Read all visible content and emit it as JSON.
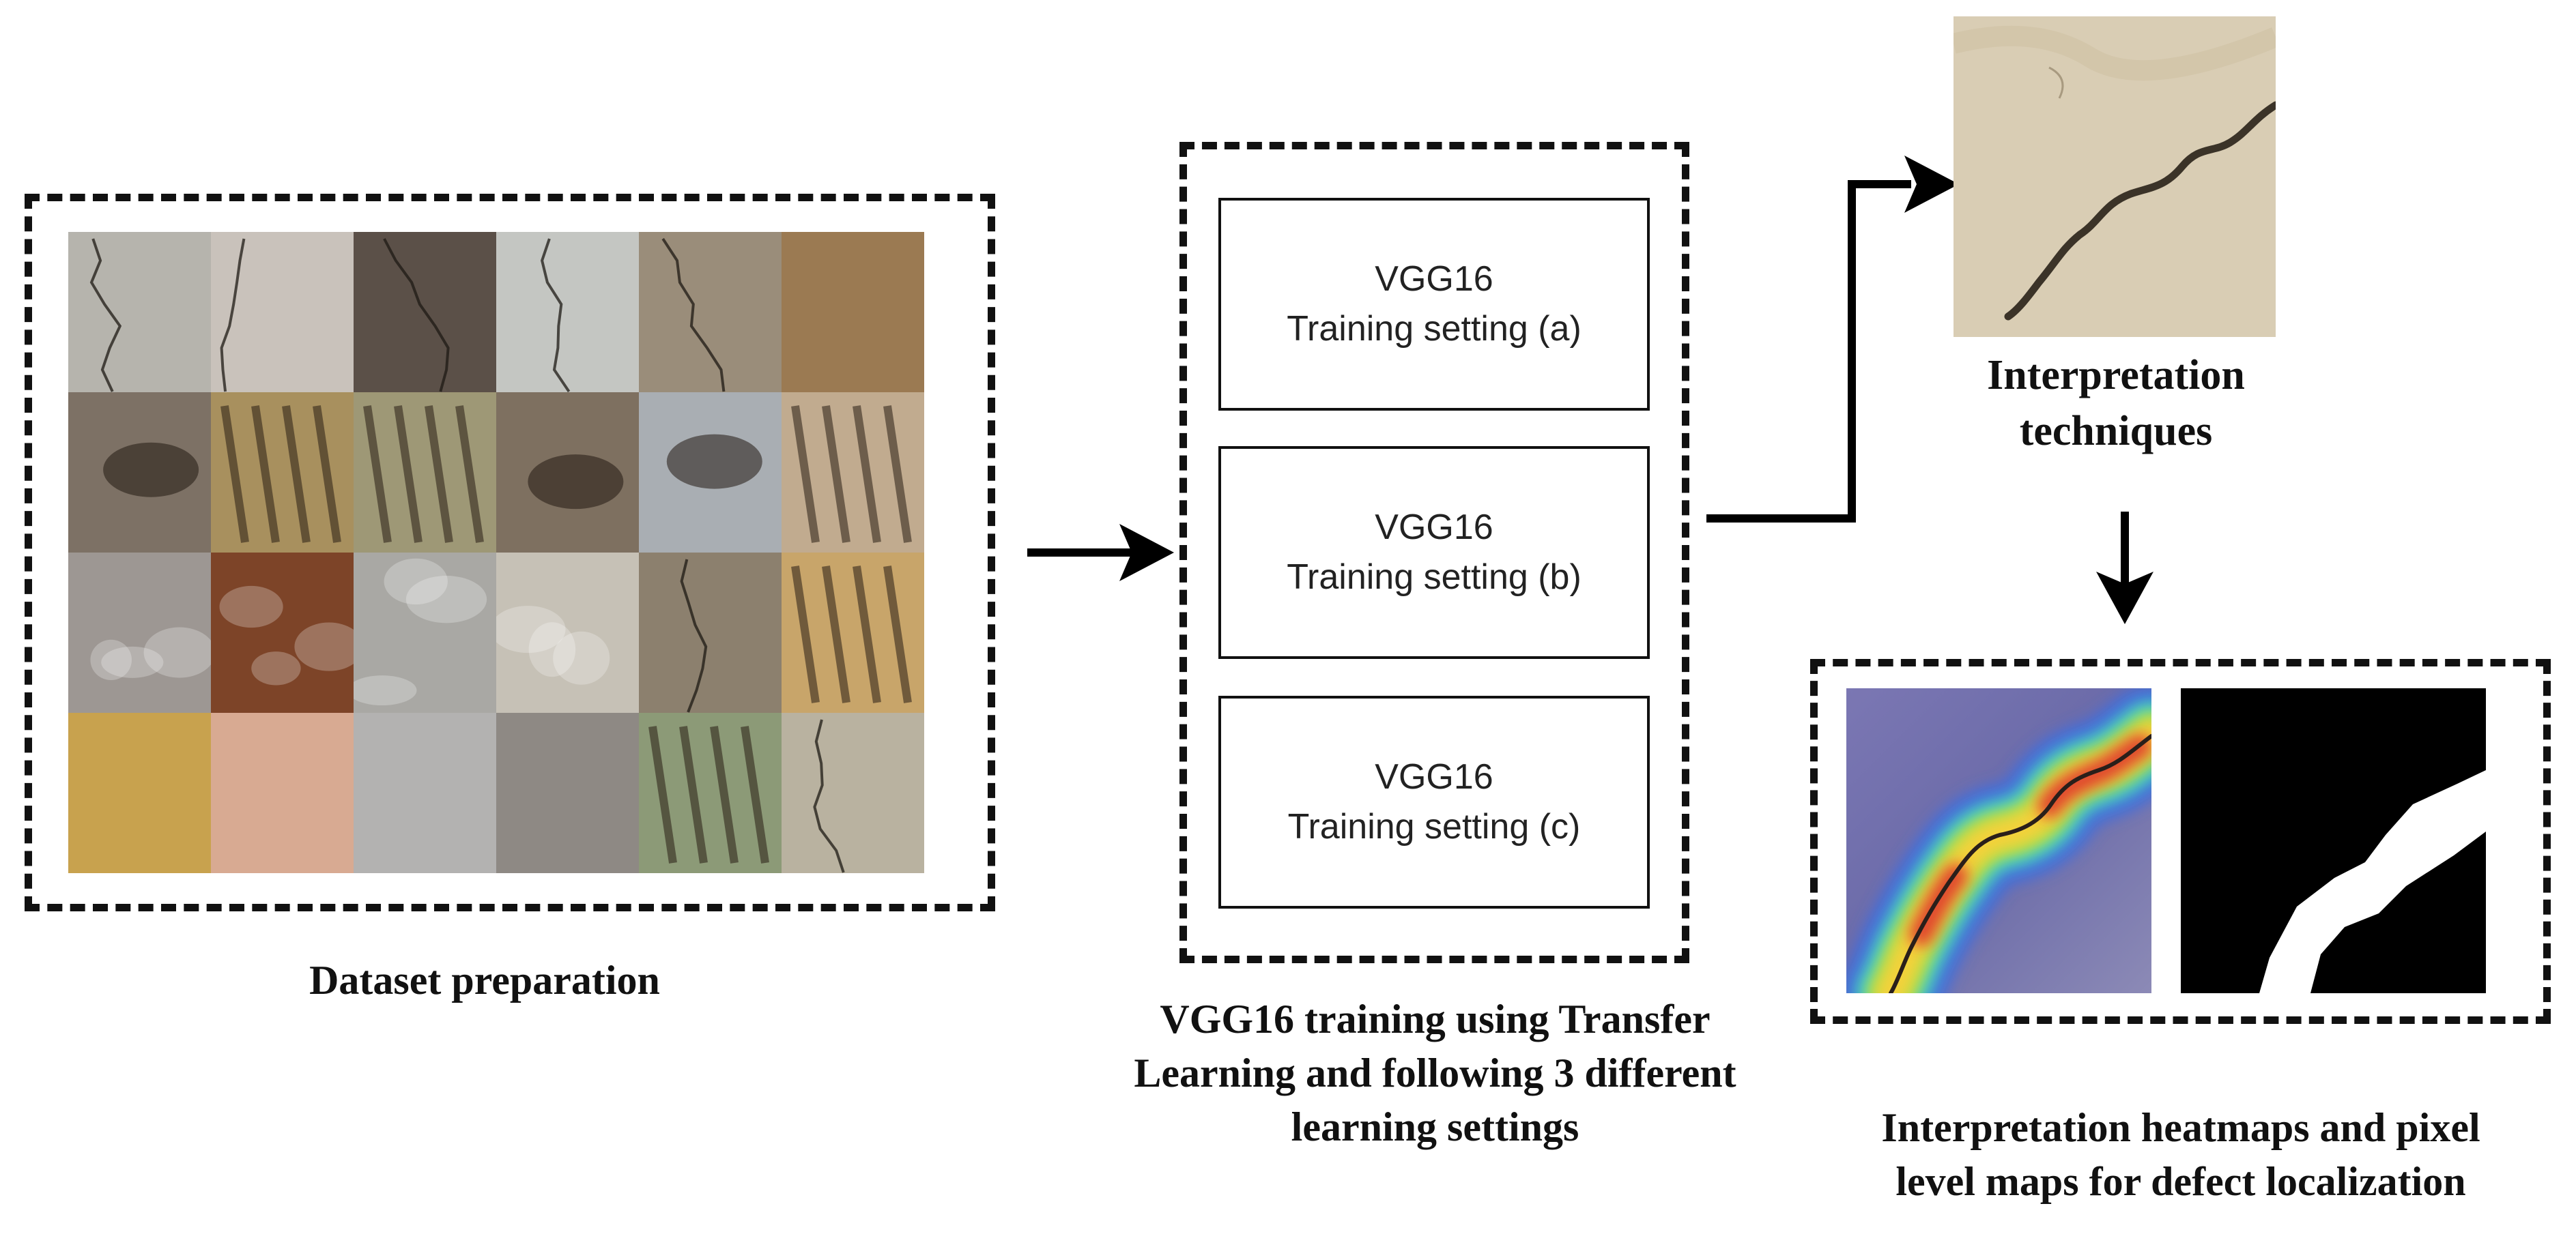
{
  "stages": {
    "dataset": {
      "caption": "Dataset preparation",
      "tiles": [
        {
          "color": "#b6b4ad",
          "mark": "crack"
        },
        {
          "color": "#c9c2bb",
          "mark": "crack"
        },
        {
          "color": "#5b5048",
          "mark": "crack"
        },
        {
          "color": "#c4c6c2",
          "mark": "crack"
        },
        {
          "color": "#9a8d7a",
          "mark": "crack"
        },
        {
          "color": "#9b7a52",
          "mark": "none"
        },
        {
          "color": "#7d7165",
          "mark": "spall"
        },
        {
          "color": "#a8905e",
          "mark": "stripes"
        },
        {
          "color": "#9e9876",
          "mark": "stripes"
        },
        {
          "color": "#7e7060",
          "mark": "spall"
        },
        {
          "color": "#a9aeb3",
          "mark": "spall"
        },
        {
          "color": "#c1ab8f",
          "mark": "stripes"
        },
        {
          "color": "#9d9793",
          "mark": "stain"
        },
        {
          "color": "#7d4428",
          "mark": "stain"
        },
        {
          "color": "#a9a8a4",
          "mark": "stain"
        },
        {
          "color": "#c6c1b6",
          "mark": "stain"
        },
        {
          "color": "#8c806e",
          "mark": "crack"
        },
        {
          "color": "#c8a56a",
          "mark": "stripes"
        },
        {
          "color": "#c8a24e",
          "mark": "none"
        },
        {
          "color": "#d8aa92",
          "mark": "none"
        },
        {
          "color": "#b3b2b1",
          "mark": "none"
        },
        {
          "color": "#8e8984",
          "mark": "none"
        },
        {
          "color": "#8c9a77",
          "mark": "stripes"
        },
        {
          "color": "#b9b2a0",
          "mark": "crack"
        }
      ]
    },
    "training": {
      "caption_lines": [
        "VGG16 training using Transfer",
        "Learning and following 3 different",
        "learning settings"
      ],
      "settings": [
        {
          "model": "VGG16",
          "label": "Training setting (a)"
        },
        {
          "model": "VGG16",
          "label": "Training setting (b)"
        },
        {
          "model": "VGG16",
          "label": "Training setting (c)"
        }
      ]
    },
    "interpretation": {
      "caption_lines": [
        "Interpretation",
        "techniques"
      ],
      "image_color": "#d9cdb4"
    },
    "output": {
      "caption_lines": [
        "Interpretation heatmaps and pixel",
        "level maps for defect localization"
      ]
    }
  }
}
